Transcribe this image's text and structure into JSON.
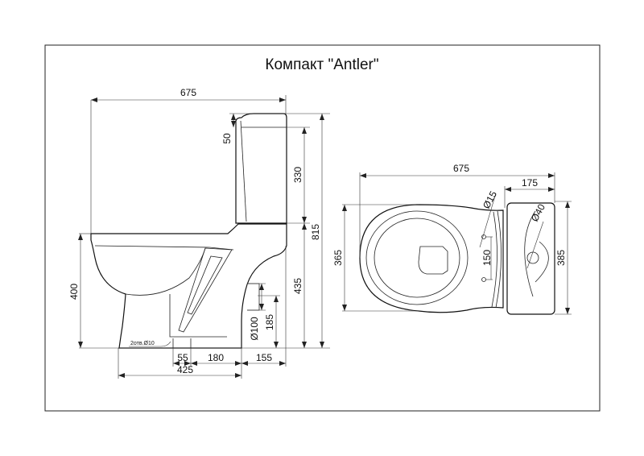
{
  "title": "Компакт \"Antler\"",
  "side_view": {
    "overall_length": "675",
    "lid_height": "50",
    "tank_height": "330",
    "total_height": "815",
    "seat_height": "400",
    "bowl_height": "435",
    "outlet_height": "185",
    "outlet_diameter": "Ø100",
    "holes_note": "2отв.Ø10",
    "dim_55": "55",
    "dim_180": "180",
    "dim_155": "155",
    "base_length": "425"
  },
  "top_view": {
    "overall_length": "675",
    "tank_depth": "175",
    "bowl_width": "365",
    "tank_width": "385",
    "hole_spacing": "150",
    "small_hole_diameter": "Ø15",
    "flush_diameter": "Ø40"
  }
}
